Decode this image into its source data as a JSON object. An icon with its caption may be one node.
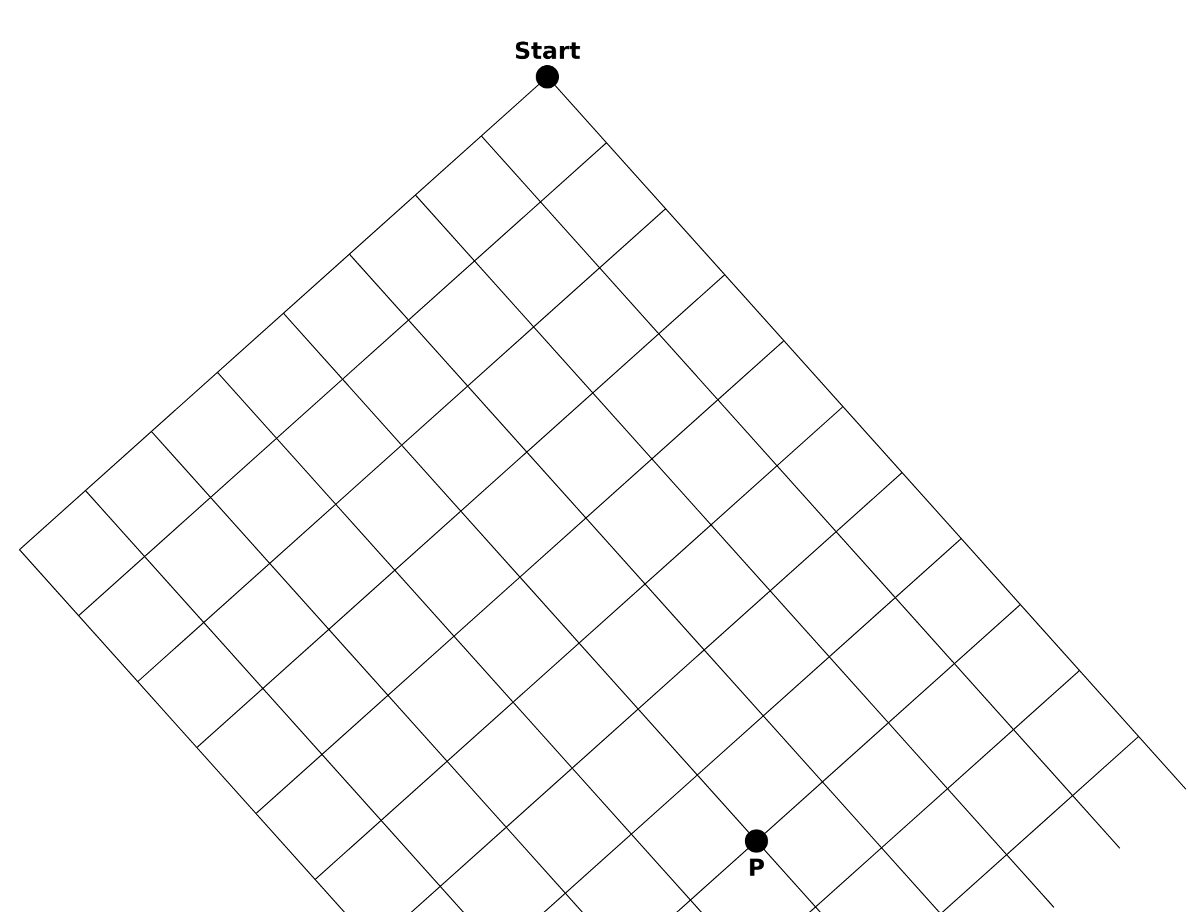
{
  "diagram": {
    "nodes": [
      {
        "text": [],
        "shape": "circle",
        "beside": [
          "Start"
        ]
      },
      {
        "text": [],
        "shape": "circle",
        "beside": [
          "P"
        ]
      }
    ]
  }
}
